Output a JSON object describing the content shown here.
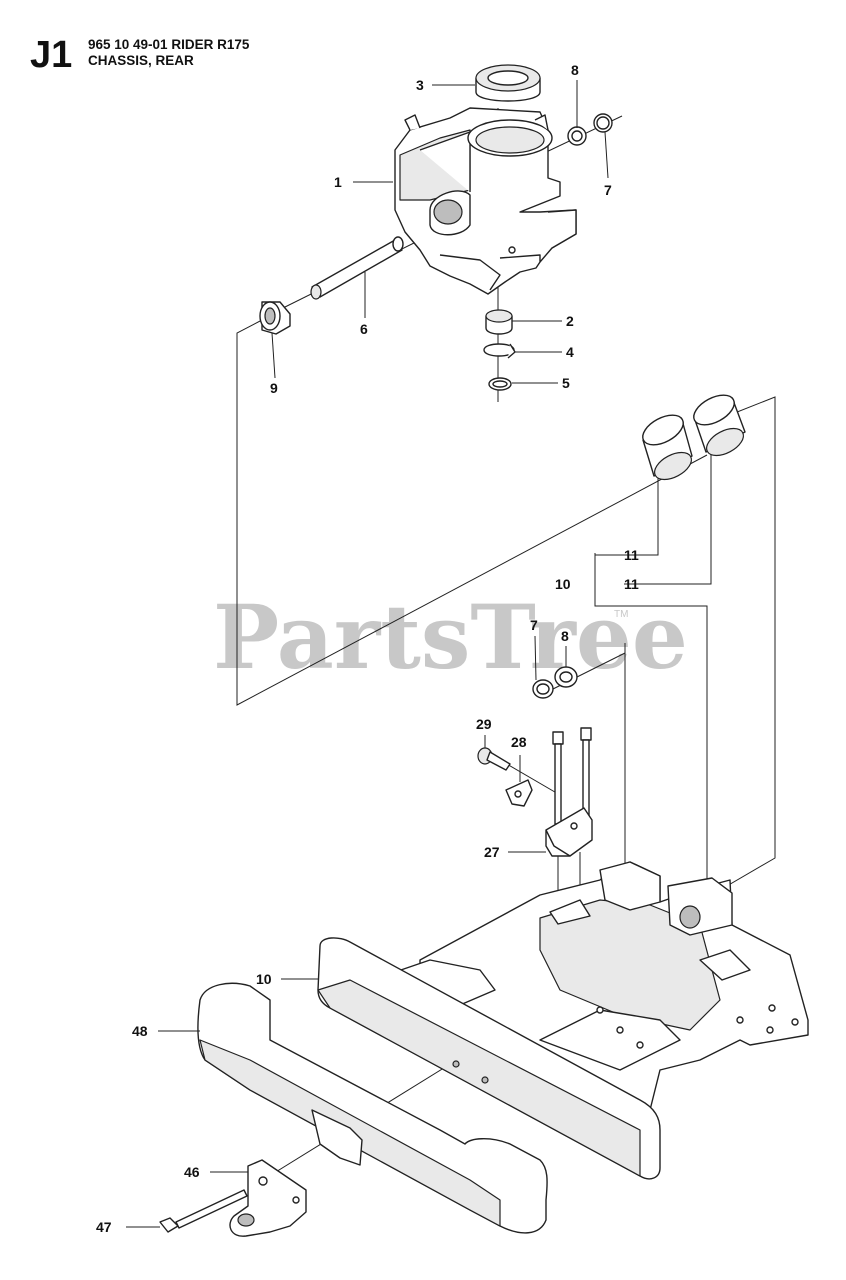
{
  "header": {
    "section_code": "J1",
    "line1": "965 10 49-01 RIDER R175",
    "line2": "CHASSIS, REAR"
  },
  "watermark": {
    "text": "PartsTree",
    "tm": "TM",
    "color": "#c8c8c8"
  },
  "callouts": [
    {
      "id": "c1",
      "text": "1"
    },
    {
      "id": "c2",
      "text": "2"
    },
    {
      "id": "c3",
      "text": "3"
    },
    {
      "id": "c4",
      "text": "4"
    },
    {
      "id": "c5",
      "text": "5"
    },
    {
      "id": "c6",
      "text": "6"
    },
    {
      "id": "c7a",
      "text": "7"
    },
    {
      "id": "c7b",
      "text": "7"
    },
    {
      "id": "c8a",
      "text": "8"
    },
    {
      "id": "c8b",
      "text": "8"
    },
    {
      "id": "c9",
      "text": "9"
    },
    {
      "id": "c10a",
      "text": "10"
    },
    {
      "id": "c10b",
      "text": "10"
    },
    {
      "id": "c11a",
      "text": "11"
    },
    {
      "id": "c11b",
      "text": "11"
    },
    {
      "id": "c27",
      "text": "27"
    },
    {
      "id": "c28",
      "text": "28"
    },
    {
      "id": "c29",
      "text": "29"
    },
    {
      "id": "c46",
      "text": "46"
    },
    {
      "id": "c47",
      "text": "47"
    },
    {
      "id": "c48",
      "text": "48"
    }
  ]
}
